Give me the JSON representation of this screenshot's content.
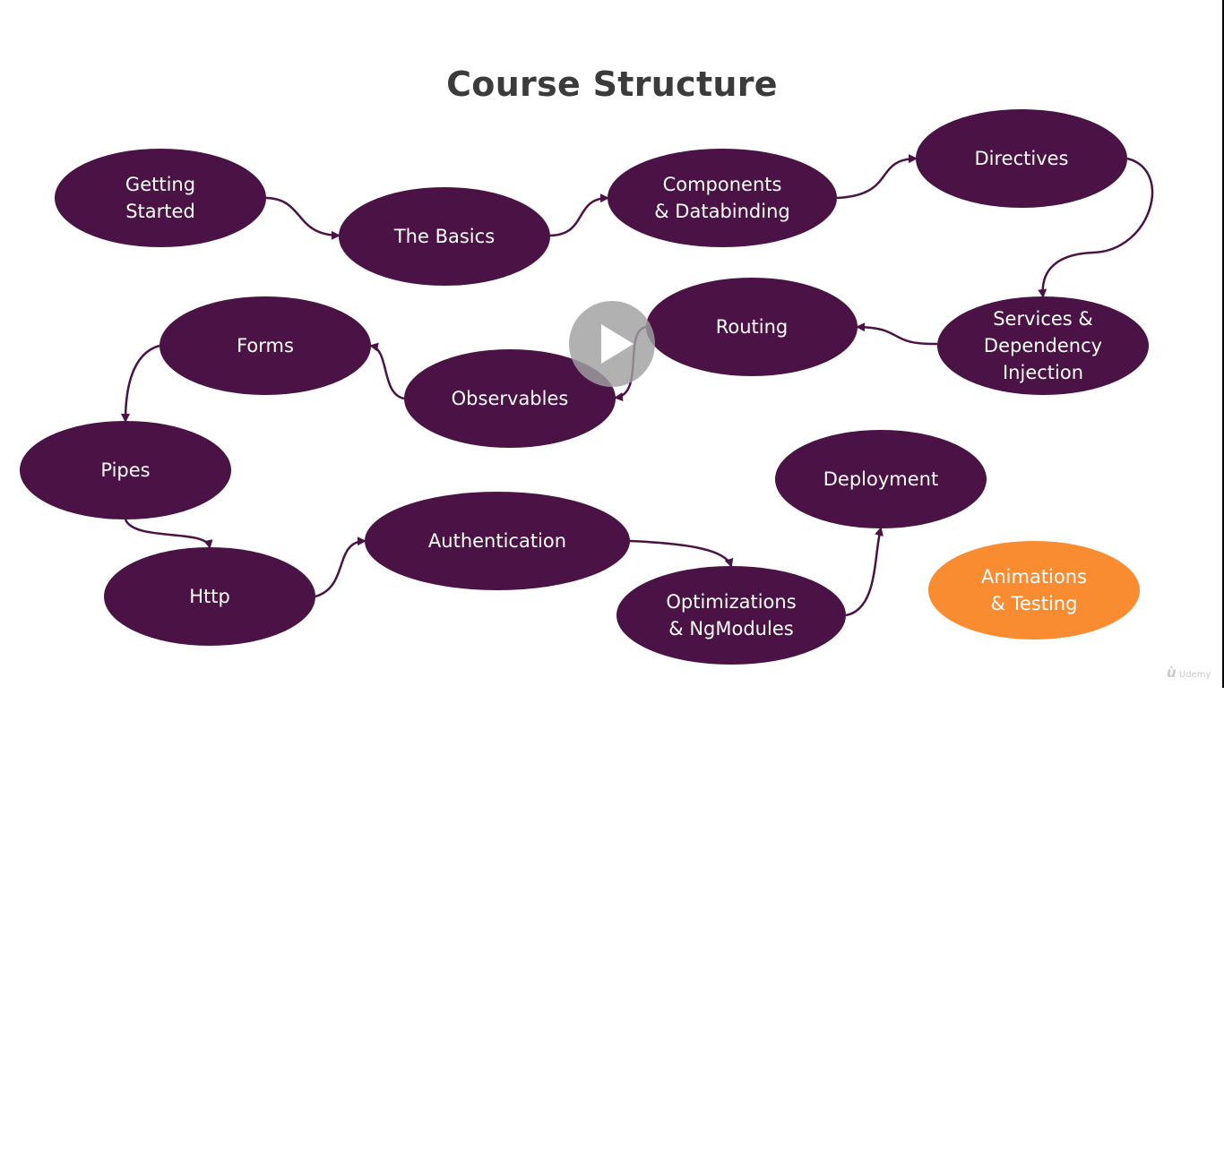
{
  "title": "Course Structure",
  "nodes": [
    {
      "id": "getting-started",
      "lines": [
        "Getting",
        "Started"
      ]
    },
    {
      "id": "the-basics",
      "lines": [
        "The Basics"
      ]
    },
    {
      "id": "components-databinding",
      "lines": [
        "Components",
        "& Databinding"
      ]
    },
    {
      "id": "directives",
      "lines": [
        "Directives"
      ]
    },
    {
      "id": "services-dependency-injection",
      "lines": [
        "Services &",
        "Dependency",
        "Injection"
      ]
    },
    {
      "id": "routing",
      "lines": [
        "Routing"
      ]
    },
    {
      "id": "observables",
      "lines": [
        "Observables"
      ]
    },
    {
      "id": "forms",
      "lines": [
        "Forms"
      ]
    },
    {
      "id": "pipes",
      "lines": [
        "Pipes"
      ]
    },
    {
      "id": "http",
      "lines": [
        "Http"
      ]
    },
    {
      "id": "authentication",
      "lines": [
        "Authentication"
      ]
    },
    {
      "id": "optimizations-ngmodules",
      "lines": [
        "Optimizations",
        "& NgModules"
      ]
    },
    {
      "id": "deployment",
      "lines": [
        "Deployment"
      ]
    },
    {
      "id": "animations-testing",
      "lines": [
        "Animations",
        "& Testing"
      ],
      "highlight": true
    }
  ],
  "edges": [
    {
      "from": "getting-started",
      "to": "the-basics"
    },
    {
      "from": "the-basics",
      "to": "components-databinding"
    },
    {
      "from": "components-databinding",
      "to": "directives"
    },
    {
      "from": "directives",
      "to": "services-dependency-injection"
    },
    {
      "from": "services-dependency-injection",
      "to": "routing"
    },
    {
      "from": "routing",
      "to": "observables"
    },
    {
      "from": "observables",
      "to": "forms"
    },
    {
      "from": "forms",
      "to": "pipes"
    },
    {
      "from": "pipes",
      "to": "http"
    },
    {
      "from": "http",
      "to": "authentication"
    },
    {
      "from": "authentication",
      "to": "optimizations-ngmodules"
    },
    {
      "from": "optimizations-ngmodules",
      "to": "deployment"
    }
  ],
  "colors": {
    "node_fill": "#4a1245",
    "highlight_fill": "#f98b31",
    "edge": "#4a1245",
    "title": "#3b3b3b",
    "node_text": "#ffffff"
  },
  "play_button": {
    "icon": "play-icon"
  },
  "watermark": {
    "text": "Udemy",
    "icon": "udemy-logo"
  }
}
